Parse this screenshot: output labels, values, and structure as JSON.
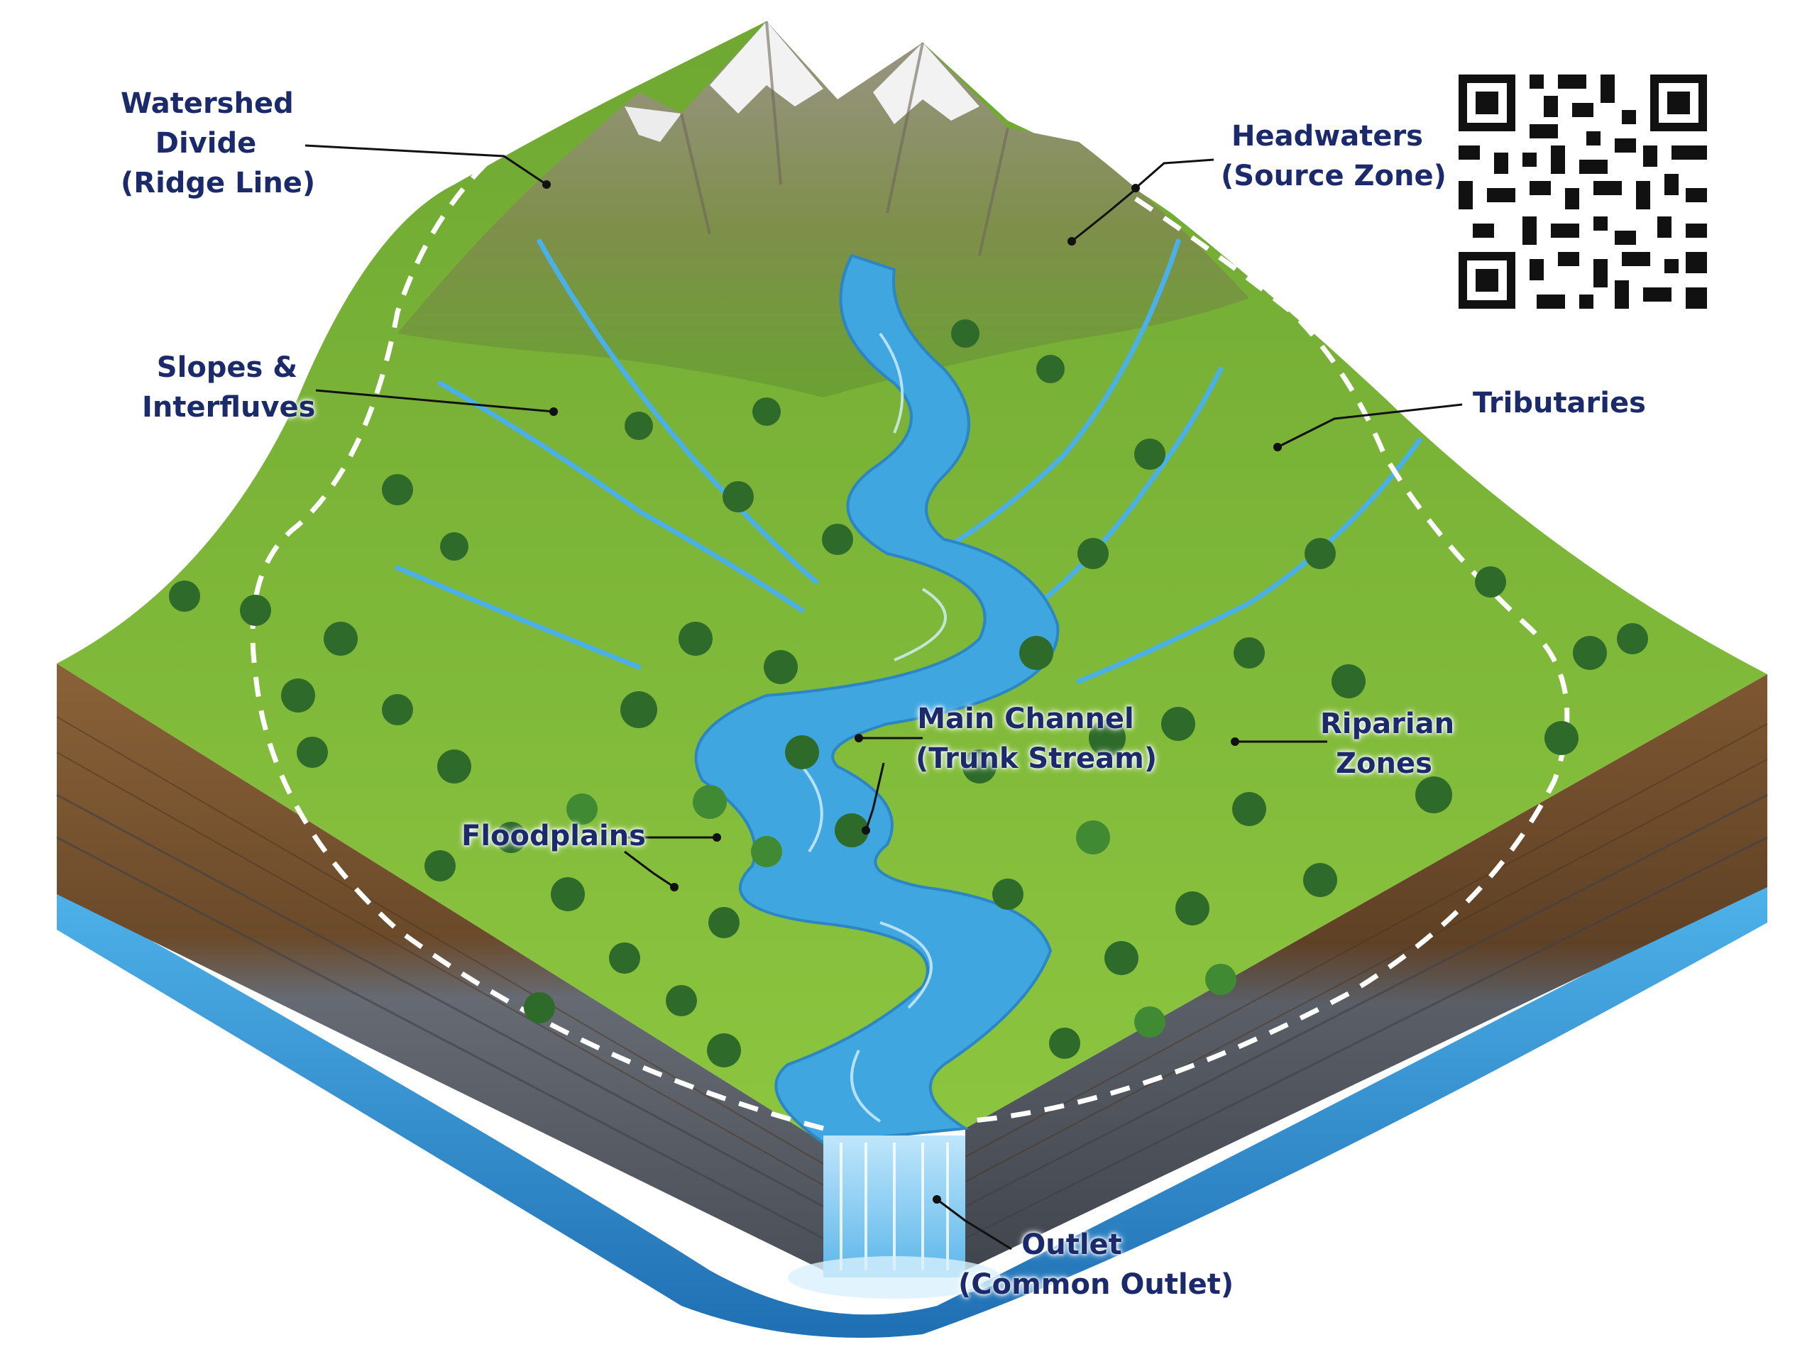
{
  "labels": {
    "watershed_divide": [
      "Watershed",
      "Divide",
      "(Ridge Line)"
    ],
    "headwaters": [
      "Headwaters",
      "(Source Zone)"
    ],
    "slopes": [
      "Slopes &",
      "Interfluves"
    ],
    "tributaries": [
      "Tributaries"
    ],
    "main_channel": [
      "Main Channel",
      "(Trunk Stream)"
    ],
    "riparian": [
      "Riparian",
      "Zones"
    ],
    "floodplains": [
      "Floodplains"
    ],
    "outlet": [
      "Outlet",
      "(Common Outlet)"
    ]
  },
  "colors": {
    "label_text": "#1a2a6b",
    "grass": "#7cb33a",
    "grass_dark": "#4d8a22",
    "river": "#3fa6e0",
    "soil": "#7a5630",
    "rock": "#5d6068",
    "mountain": "#8a8178",
    "snow": "#f2f2f2",
    "tree": "#2e6b2a",
    "divide_line": "#ffffff"
  },
  "qr_code": "qr-code-icon"
}
